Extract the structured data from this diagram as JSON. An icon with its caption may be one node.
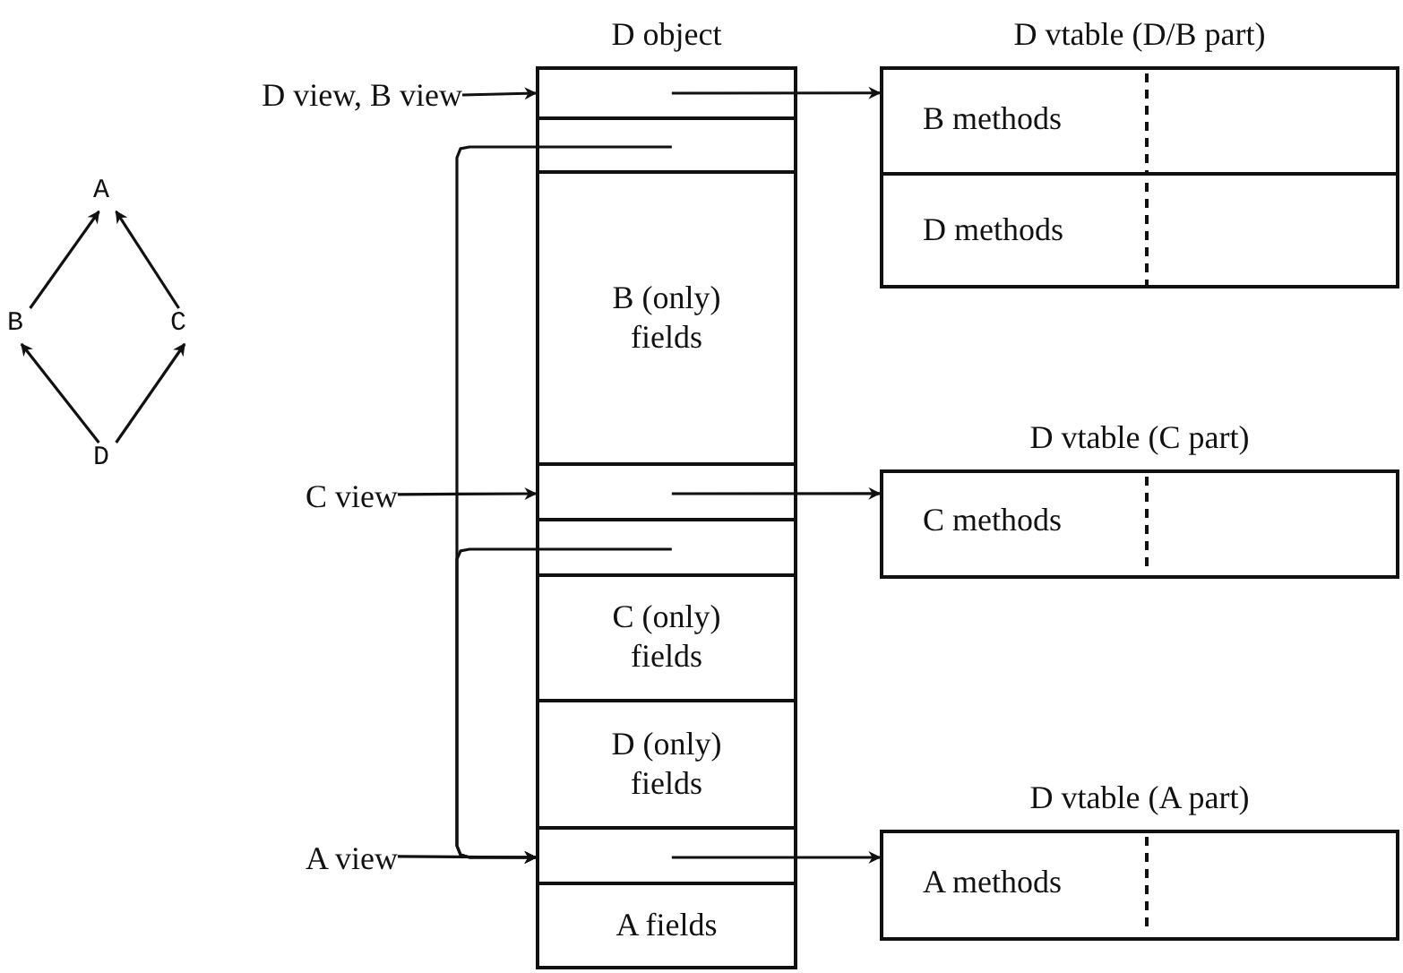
{
  "diagram": {
    "nodes": [
      {
        "text": [
          "A"
        ]
      },
      {
        "text": [
          "B"
        ]
      },
      {
        "text": [
          "C"
        ]
      },
      {
        "text": [
          "D"
        ]
      },
      {
        "text": [
          "D object"
        ]
      },
      {
        "text": [],
        "shape": "box",
        "in": 4
      },
      {
        "text": [],
        "shape": "box",
        "in": 4
      },
      {
        "text": [
          "B (only) fields"
        ],
        "in": 4
      },
      {
        "text": [],
        "shape": "box",
        "in": 4
      },
      {
        "text": [],
        "shape": "box",
        "in": 4
      },
      {
        "text": [
          "C (only) fields"
        ],
        "in": 4
      },
      {
        "text": [
          "D (only) fields"
        ],
        "in": 4
      },
      {
        "text": [],
        "shape": "box",
        "in": 4
      },
      {
        "text": [
          "A fields"
        ],
        "in": 4
      },
      {
        "text": [
          "D view, B view"
        ]
      },
      {
        "text": [
          "C view"
        ]
      },
      {
        "text": [
          "A view"
        ]
      },
      {
        "text": [
          "D vtable (D/B part)"
        ]
      },
      {
        "text": [
          "B methods"
        ],
        "in": 17
      },
      {
        "text": [
          "D methods"
        ],
        "in": 17
      },
      {
        "text": [
          "D vtable (C part)"
        ]
      },
      {
        "text": [
          "C methods"
        ],
        "in": 20
      },
      {
        "text": [
          "D vtable (A part)"
        ]
      },
      {
        "text": [
          "A methods"
        ],
        "in": 22
      }
    ],
    "edges": [
      {
        "from": 1,
        "to": 0,
        "arrow": "to"
      },
      {
        "from": 2,
        "to": 0,
        "arrow": "to"
      },
      {
        "from": 3,
        "to": 1,
        "arrow": "to"
      },
      {
        "from": 3,
        "to": 2,
        "arrow": "to"
      },
      {
        "from": 14,
        "to": 5,
        "arrow": "to"
      },
      {
        "from": 5,
        "to": 17,
        "arrow": "to"
      },
      {
        "from": 6,
        "to": 12,
        "arrow": "to"
      },
      {
        "from": 15,
        "to": 8,
        "arrow": "to"
      },
      {
        "from": 8,
        "to": 20,
        "arrow": "to"
      },
      {
        "from": 9,
        "to": 12,
        "arrow": "to"
      },
      {
        "from": 16,
        "to": 12,
        "arrow": "to"
      },
      {
        "from": 12,
        "to": 22,
        "arrow": "to"
      }
    ]
  }
}
